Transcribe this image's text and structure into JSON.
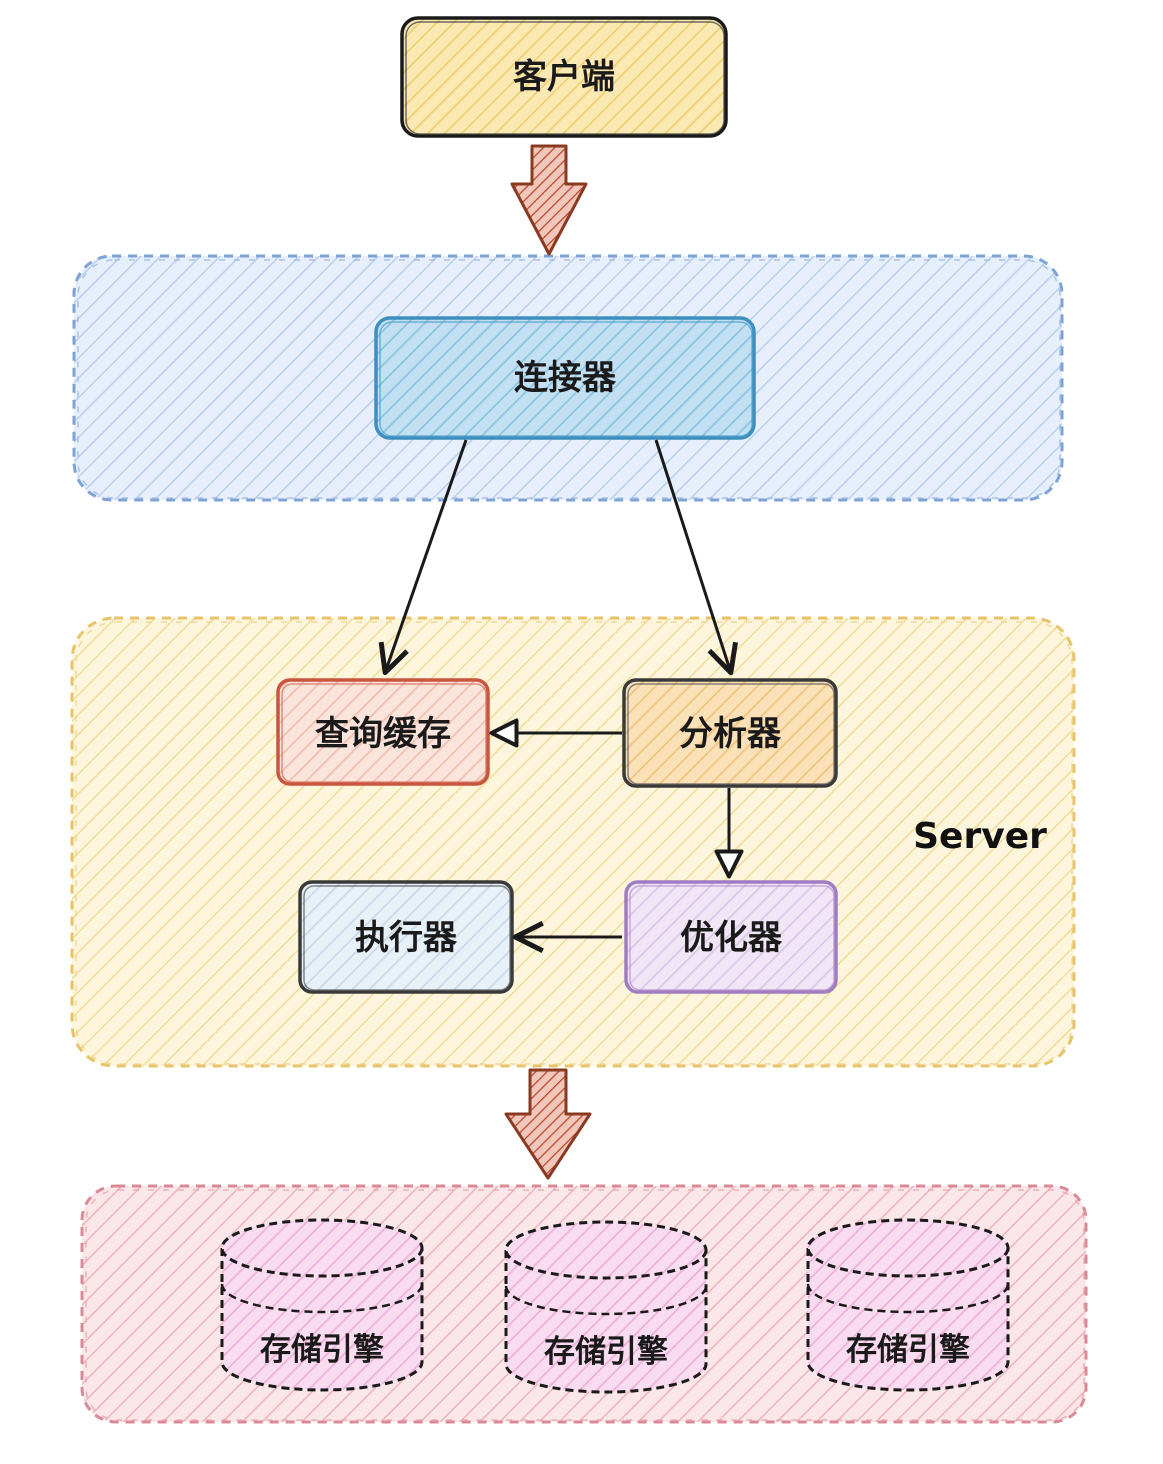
{
  "nodes": {
    "client": "客户端",
    "connector": "连接器",
    "query_cache": "查询缓存",
    "analyzer": "分析器",
    "executor": "执行器",
    "optimizer": "优化器"
  },
  "server_label": "Server",
  "storage_engines": [
    {
      "label": "存储引擎"
    },
    {
      "label": "存储引擎"
    },
    {
      "label": "存储引擎"
    }
  ],
  "colors": {
    "client_fill": "#f6d98a",
    "connector_fill": "#a8d2ec",
    "connector_stroke": "#3d8fbf",
    "server_group_fill": "#fbefc0",
    "server_group_stroke": "#e8c36a",
    "connection_group_fill": "#d7e5f8",
    "connection_group_stroke": "#7ea3d6",
    "storage_group_fill": "#f6cdd3",
    "storage_group_stroke": "#d98a94",
    "query_cache_stroke": "#c9553f",
    "query_cache_fill": "#f9d9d0",
    "analyzer_fill": "#f6cf97",
    "executor_fill": "#d8e6f4",
    "optimizer_stroke": "#a07cc0",
    "optimizer_fill": "#e8d9f0",
    "engine_fill": "#f6c7e8",
    "big_arrow": "#b9482c"
  }
}
